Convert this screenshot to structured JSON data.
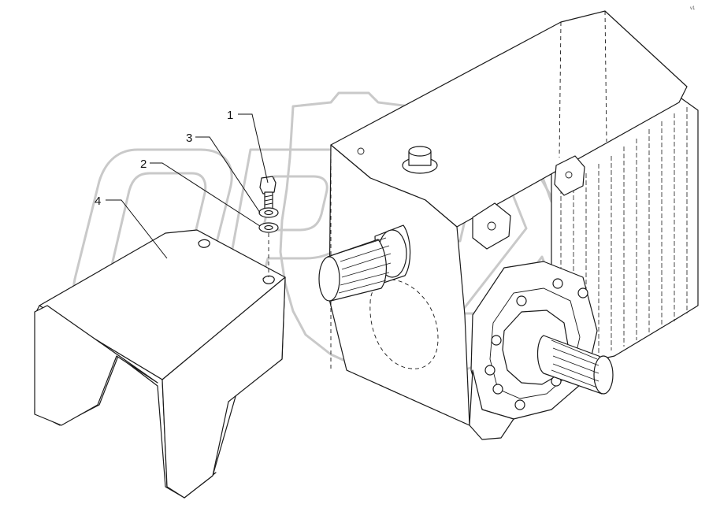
{
  "watermark": {
    "text": "OPEX"
  },
  "callouts": [
    {
      "id": "1",
      "label": "1"
    },
    {
      "id": "2",
      "label": "2"
    },
    {
      "id": "3",
      "label": "3"
    },
    {
      "id": "4",
      "label": "4"
    }
  ],
  "corner_ref": "v1"
}
